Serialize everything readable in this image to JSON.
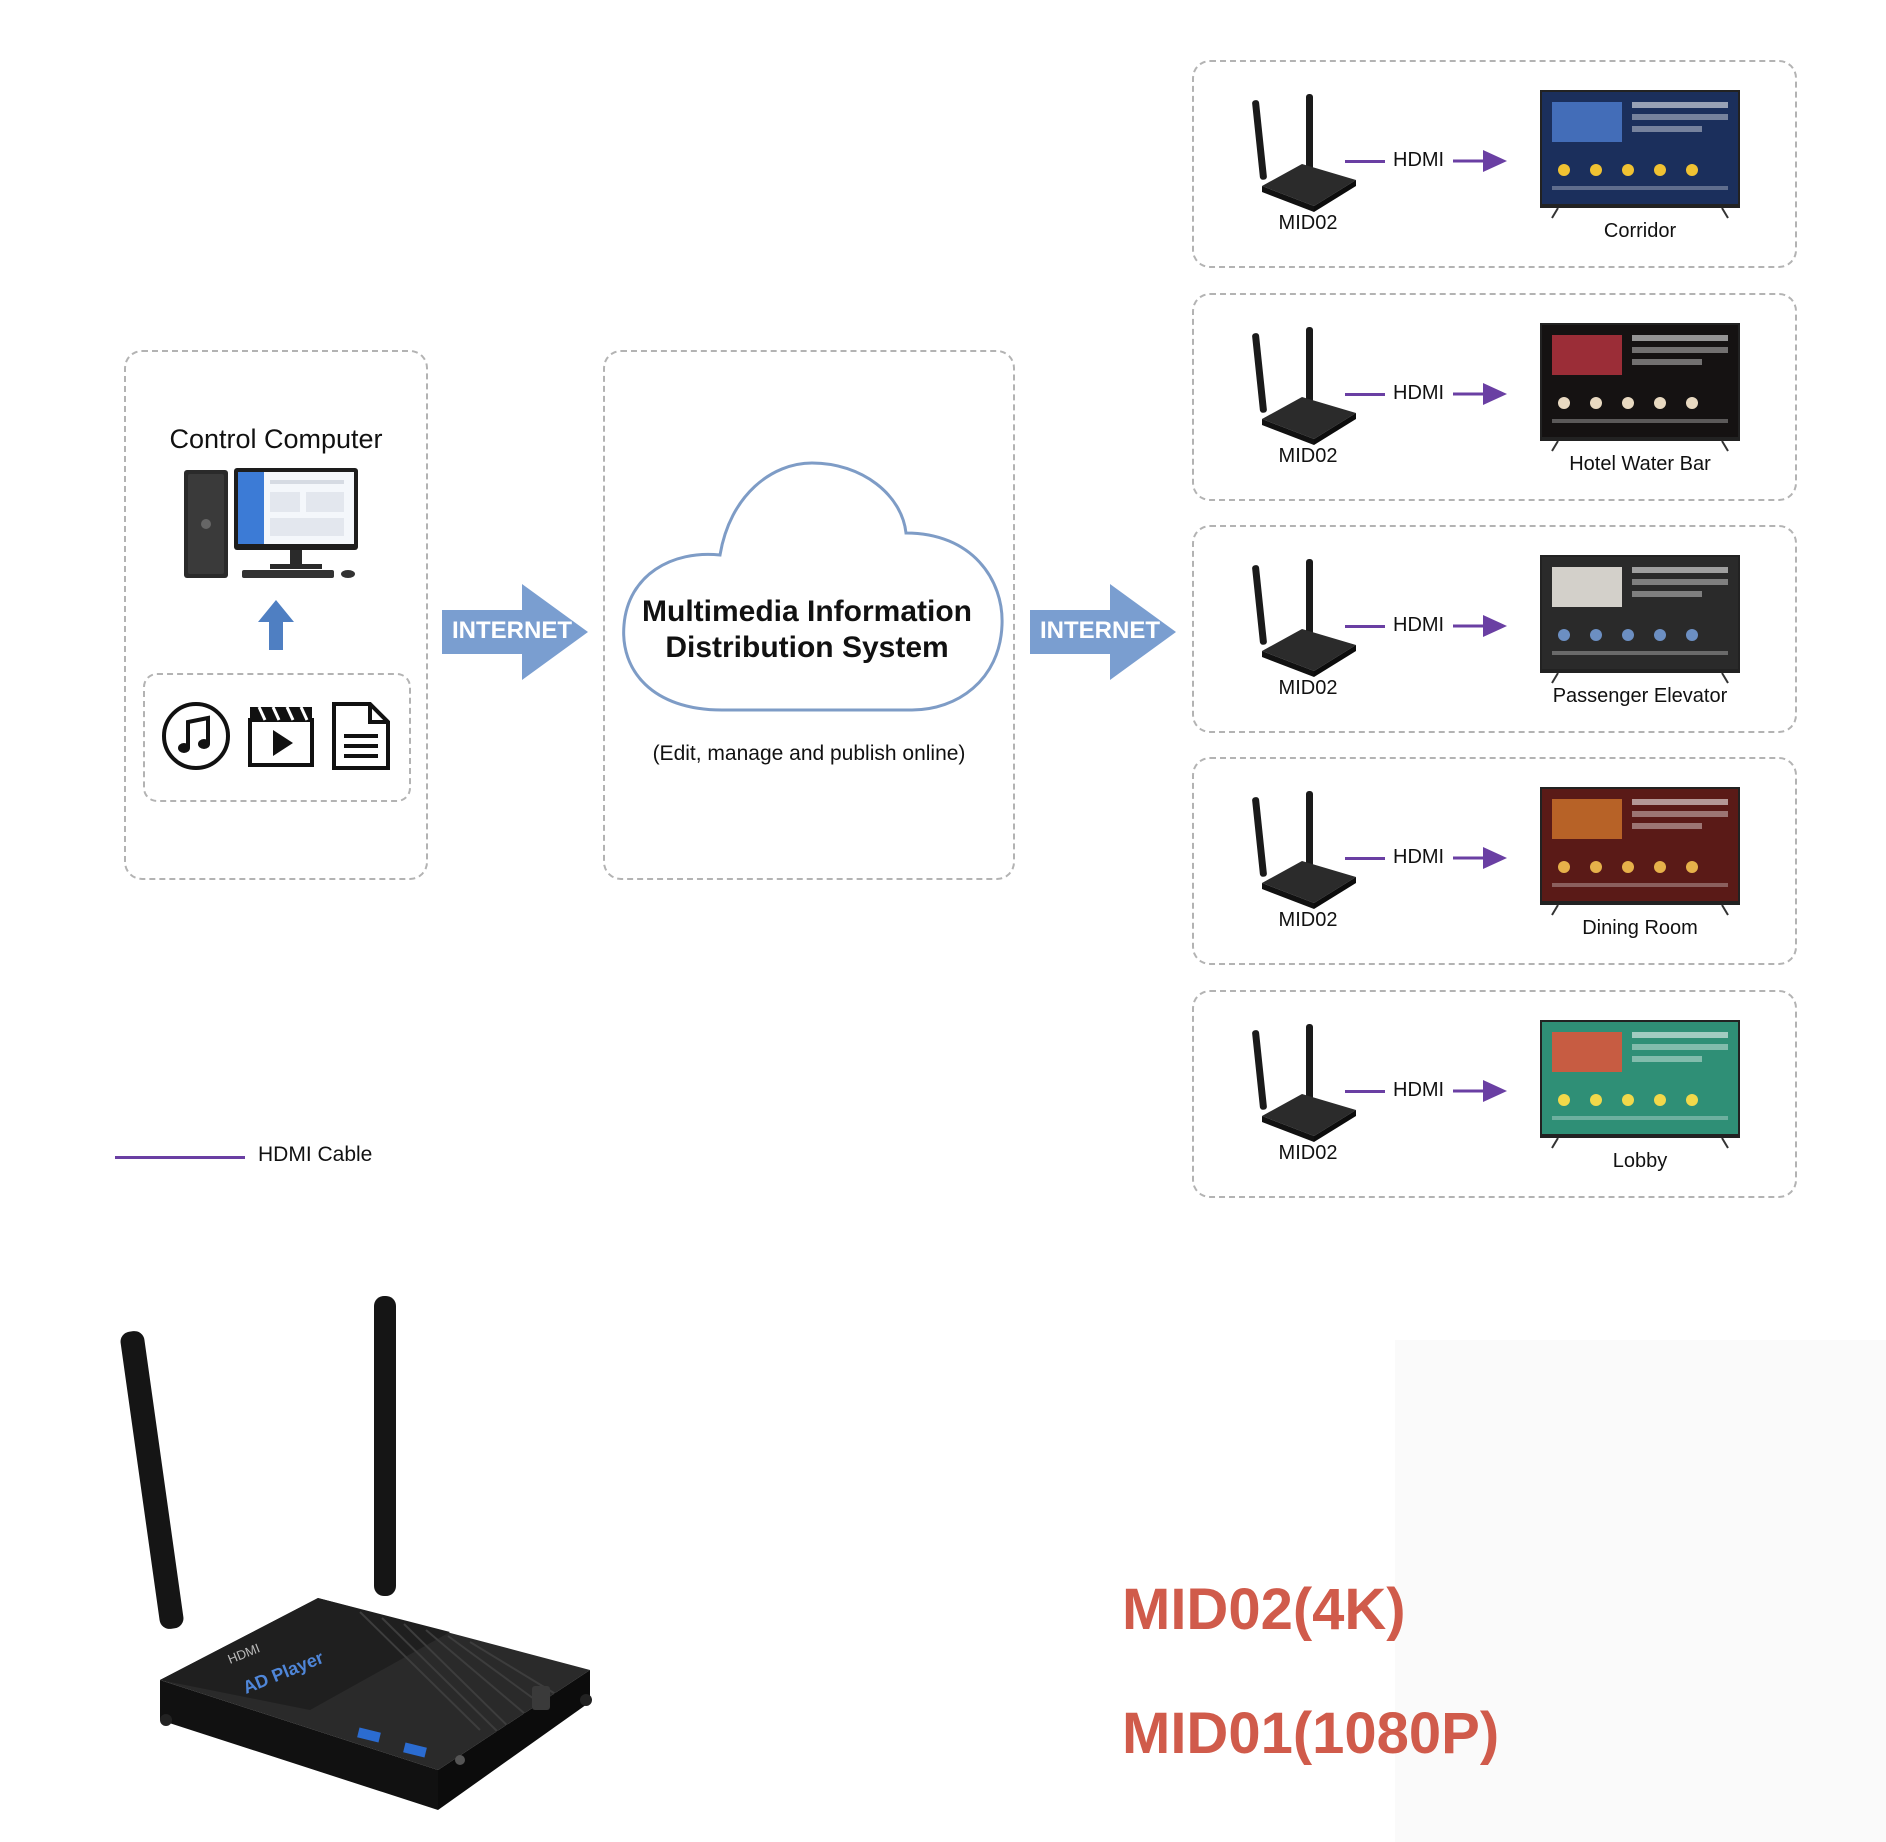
{
  "colors": {
    "arrow_blue": "#7a9ed0",
    "hdmi_purple": "#6a3fa3",
    "cloud_stroke": "#7e9cc6",
    "model_red": "#d05b4b",
    "dash_gray": "#b3b3b3"
  },
  "control": {
    "title": "Control Computer",
    "media_icons": [
      "music-icon",
      "video-icon",
      "document-icon"
    ]
  },
  "internet_label": "INTERNET",
  "cloud": {
    "title_line1": "Multimedia Information",
    "title_line2": "Distribution System",
    "caption": "(Edit, manage and publish online)"
  },
  "destinations": [
    {
      "device": "MID02",
      "connection": "HDMI",
      "location": "Corridor"
    },
    {
      "device": "MID02",
      "connection": "HDMI",
      "location": "Hotel Water Bar"
    },
    {
      "device": "MID02",
      "connection": "HDMI",
      "location": "Passenger Elevator"
    },
    {
      "device": "MID02",
      "connection": "HDMI",
      "location": "Dining Room"
    },
    {
      "device": "MID02",
      "connection": "HDMI",
      "location": "Lobby"
    }
  ],
  "legend": {
    "label": "HDMI Cable"
  },
  "models": {
    "line1": "MID02(4K)",
    "line2": "MID01(1080P)"
  },
  "product_label": {
    "brand": "HDMI",
    "name": "AD Player"
  }
}
